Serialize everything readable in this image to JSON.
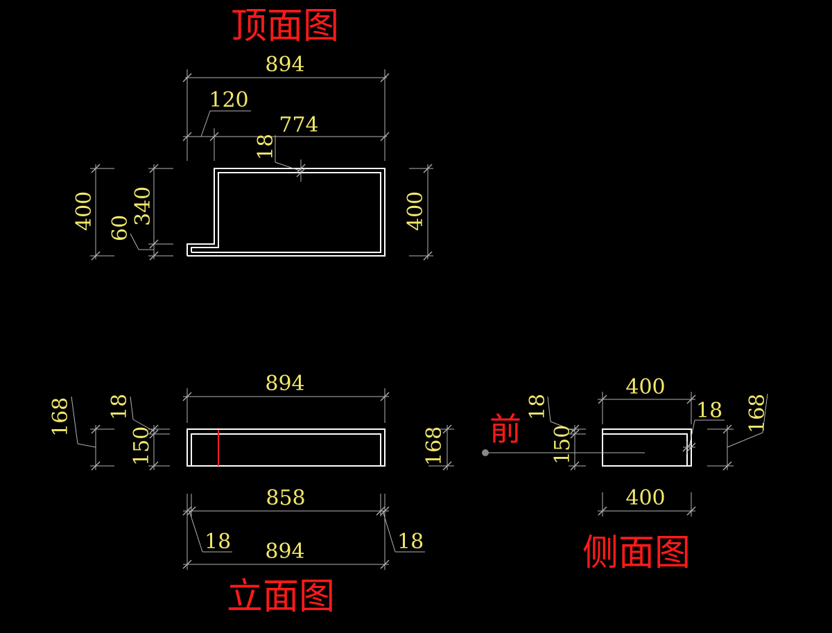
{
  "colors": {
    "background": "#000000",
    "object_lines": "#ffffff",
    "dimension_lines": "#b4b4b4",
    "dimension_text": "#f2e86a",
    "titles": "#ff1a1a",
    "marker_line": "#ff2020",
    "grip_dot": "#888888"
  },
  "titles": {
    "top_view": "顶面图",
    "elevation": "立面图",
    "side_view": "侧面图",
    "front_marker": "前"
  },
  "top_view": {
    "width_total": "894",
    "offset": "120",
    "width_inner": "774",
    "panel": "18",
    "depth_left": "400",
    "notch": "60",
    "depth_inner": "340",
    "depth_right": "400"
  },
  "elevation": {
    "width_top": "894",
    "height_left": "168",
    "panel_top": "18",
    "height_inner": "150",
    "height_right": "168",
    "width_inner": "858",
    "panel_left": "18",
    "width_bottom": "894",
    "panel_right": "18"
  },
  "side_view": {
    "panel_top": "18",
    "height_inner": "150",
    "depth_top": "400",
    "panel_back": "18",
    "height": "168",
    "depth_bottom": "400"
  }
}
